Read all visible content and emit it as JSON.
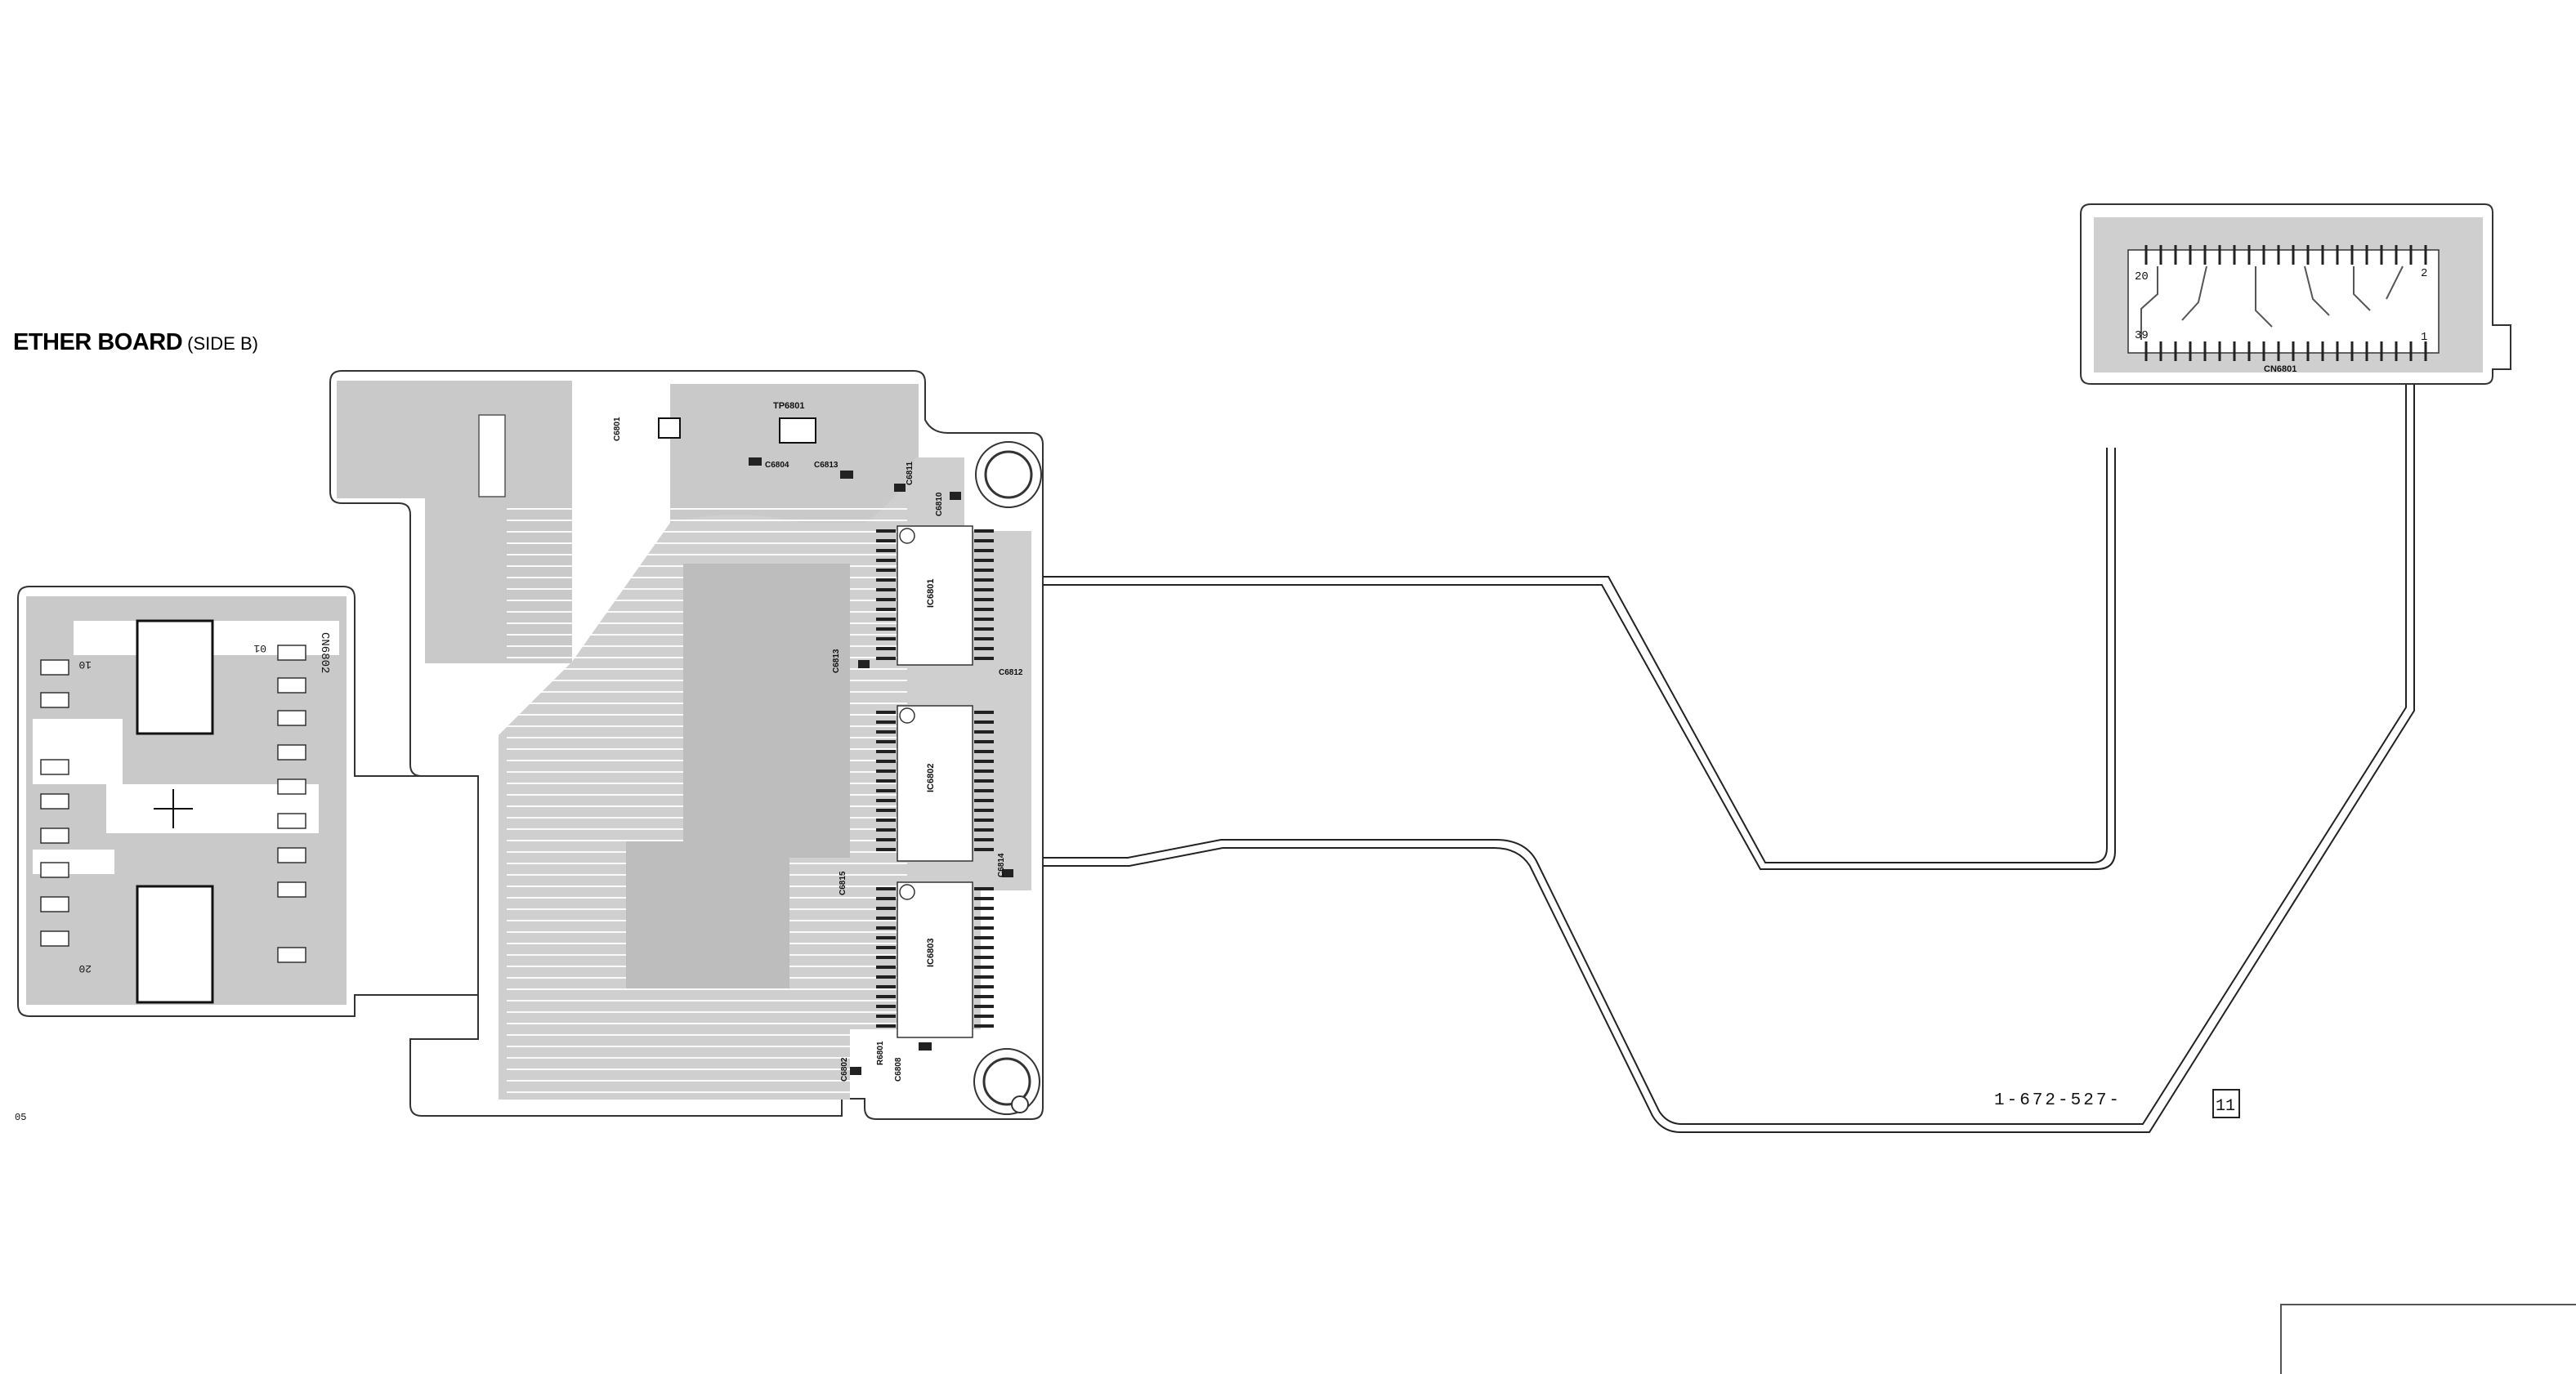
{
  "title": {
    "main": "ETHER BOARD",
    "sub": "(SIDE B)"
  },
  "page_number": "05",
  "board_code": "1-672-527-",
  "revision": "11",
  "left_connector": {
    "pin_top": "10",
    "pin_bottom": "20",
    "pin_side": "01",
    "ref": "CN6802"
  },
  "components": {
    "tp": "TP6801",
    "c6801": "C6801",
    "c6804": "C6804",
    "c6813": "C6813",
    "c6811": "C6811",
    "c6810": "C6810",
    "c6812": "C6812",
    "c6815": "C6815",
    "c6814": "C6814",
    "c6802": "C6802",
    "c6808": "C6808",
    "r6801": "R6801",
    "ic6801": "IC6801",
    "ic6802": "IC6802",
    "ic6803": "IC6803",
    "cn6801": "CN6801"
  },
  "right_connector": {
    "pin_a": "20",
    "pin_b": "2",
    "pin_c": "39",
    "pin_d": "1"
  },
  "colors": {
    "copper": "#c9c9c9",
    "dark_fill": "#bdbdbd",
    "line": "#333333",
    "hole": "#ffffff"
  }
}
